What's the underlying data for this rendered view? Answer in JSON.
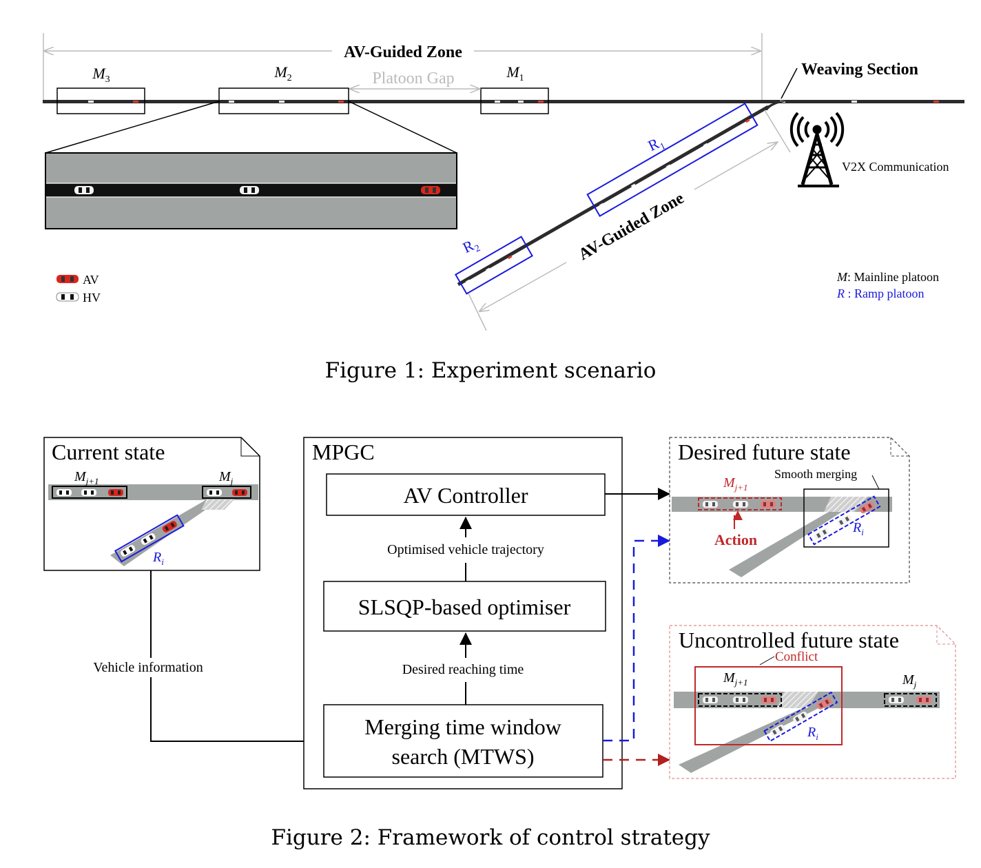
{
  "figure1": {
    "caption": "Figure 1: Experiment scenario",
    "mainline_zone_label": "AV-Guided Zone",
    "platoon_gap_label": "Platoon Gap",
    "weaving_label": "Weaving Section",
    "v2x_label": "V2X Communication",
    "ramp_zone_label": "AV-Guided Zone",
    "mainline_platoons": [
      "M3",
      "M2",
      "M1"
    ],
    "ramp_platoons": [
      "R1",
      "R2"
    ],
    "legend": [
      {
        "label": "AV",
        "color": "#d9261c"
      },
      {
        "label": "HV",
        "color": "#ffffff"
      }
    ],
    "key": [
      {
        "symbol": "M",
        "text": ": Mainline platoon",
        "color": "#000000"
      },
      {
        "symbol": "R",
        "text": " : Ramp platoon",
        "color": "#1a1adc"
      }
    ]
  },
  "figure2": {
    "caption": "Figure 2: Framework of control strategy",
    "current_state": {
      "title": "Current state",
      "labels": [
        "Mj+1",
        "Mj",
        "Ri"
      ]
    },
    "mpgc": {
      "title": "MPGC",
      "controller": "AV Controller",
      "optimiser": "SLSQP-based optimiser",
      "mtws_line1": "Merging time window",
      "mtws_line2": "search (MTWS)",
      "arrow_top_label": "Optimised vehicle trajectory",
      "arrow_bottom_label": "Desired reaching time"
    },
    "vehicle_info_label": "Vehicle information",
    "desired_state": {
      "title": "Desired future state",
      "smooth_label": "Smooth merging",
      "action_label": "Action",
      "labels": [
        "Mj+1",
        "Ri"
      ]
    },
    "uncontrolled_state": {
      "title": "Uncontrolled future state",
      "conflict_label": "Conflict",
      "labels": [
        "Mj+1",
        "Mj",
        "Ri"
      ]
    },
    "colors": {
      "blue": "#1a1adc",
      "red": "#c0282a",
      "gray_road": "#a0a5a3",
      "dark_road": "#2b2b2b"
    }
  }
}
